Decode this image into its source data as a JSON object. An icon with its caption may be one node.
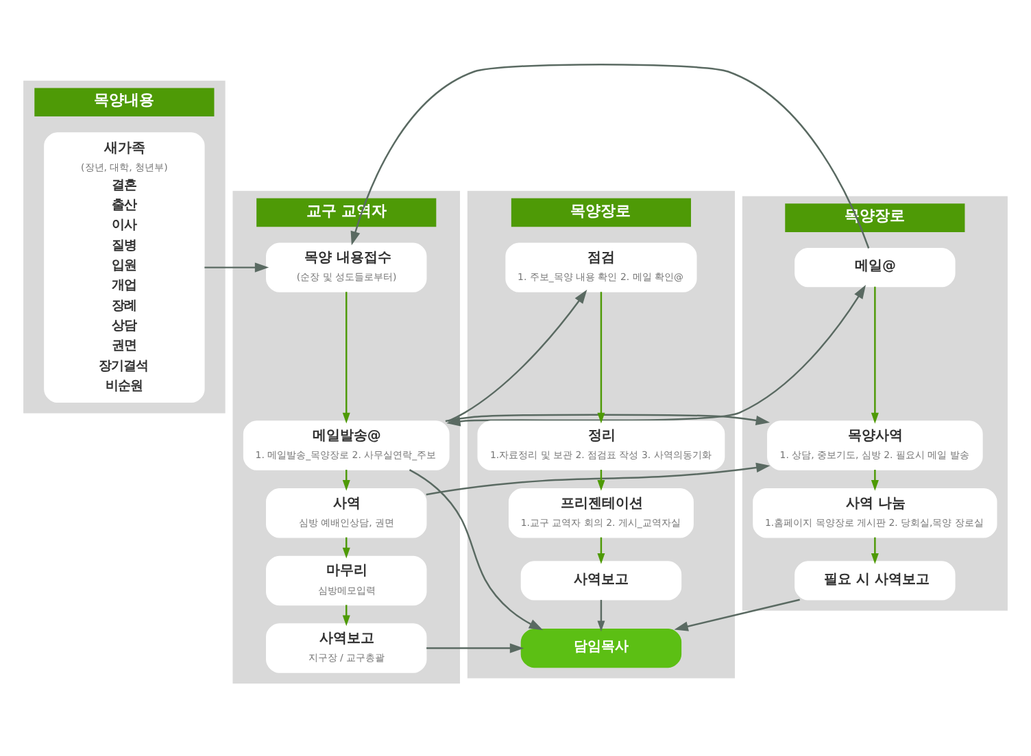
{
  "diagram": {
    "nodes": [
      {
        "text": [
          "목양내용"
        ]
      },
      {
        "text": [
          "새가족",
          "(장년, 대학, 청년부)",
          "결혼",
          "출산",
          "이사",
          "질병",
          "입원",
          "개업",
          "장례",
          "상담",
          "권면",
          "장기결석",
          "비순원"
        ],
        "in": 0
      },
      {
        "text": [
          "교구 교역자"
        ]
      },
      {
        "text": [
          "목양 내용접수",
          "(순장 및 성도들로부터)"
        ],
        "in": 2
      },
      {
        "text": [
          "메일발송@",
          "1. 메일발송_목양장로 2. 사무실연락_주보"
        ],
        "in": 2
      },
      {
        "text": [
          "사역",
          "심방 예배인상담, 권면"
        ],
        "in": 2
      },
      {
        "text": [
          "마무리",
          "심방메모입력"
        ],
        "in": 2
      },
      {
        "text": [
          "사역보고",
          "지구장 / 교구총괄"
        ],
        "in": 2
      },
      {
        "text": [
          "목양장로"
        ]
      },
      {
        "text": [
          "메일@"
        ],
        "in": 8
      },
      {
        "text": [
          "목양사역",
          "1. 상담, 중보기도, 심방 2. 필요시 메일 발송"
        ],
        "in": 8
      },
      {
        "text": [
          "사역 나눔",
          "1.홈페이지 목양장로 게시판 2. 당회실,목양 장로실"
        ],
        "in": 8
      },
      {
        "text": [
          "필요 시 사역보고"
        ],
        "in": 8
      },
      {
        "text": [
          "목양장로"
        ]
      },
      {
        "text": [
          "점검",
          "1. 주보_목양 내용 확인 2. 메일 확인@"
        ],
        "in": 13
      },
      {
        "text": [
          "정리",
          "1.자료정리 및 보관 2. 점검표 작성 3. 사역의동기화"
        ],
        "in": 13
      },
      {
        "text": [
          "프리젠테이션",
          "1.교구 교역자 회의 2. 게시_교역자실"
        ],
        "in": 13
      },
      {
        "text": [
          "사역보고"
        ],
        "in": 13
      },
      {
        "text": [
          "담임목사"
        ],
        "in": 13
      }
    ],
    "edges": [
      {
        "from": 1,
        "to": 3,
        "arrow": "to"
      },
      {
        "from": 9,
        "to": 3,
        "arrow": "to"
      },
      {
        "from": 4,
        "to": 9,
        "arrow": "both"
      },
      {
        "from": 4,
        "to": 14,
        "arrow": "to"
      },
      {
        "from": 4,
        "to": 10,
        "arrow": "to"
      },
      {
        "from": 5,
        "to": 10,
        "arrow": "to"
      },
      {
        "from": 3,
        "to": 4,
        "arrow": "to",
        "color": "#4e9a06"
      },
      {
        "from": 4,
        "to": 5,
        "arrow": "to",
        "color": "#4e9a06"
      },
      {
        "from": 5,
        "to": 6,
        "arrow": "to",
        "color": "#4e9a06"
      },
      {
        "from": 6,
        "to": 7,
        "arrow": "to",
        "color": "#4e9a06"
      },
      {
        "from": 9,
        "to": 10,
        "arrow": "to",
        "color": "#4e9a06"
      },
      {
        "from": 10,
        "to": 11,
        "arrow": "to",
        "color": "#4e9a06"
      },
      {
        "from": 11,
        "to": 12,
        "arrow": "to",
        "color": "#4e9a06"
      },
      {
        "from": 14,
        "to": 15,
        "arrow": "to",
        "color": "#4e9a06"
      },
      {
        "from": 15,
        "to": 16,
        "arrow": "to",
        "color": "#4e9a06"
      },
      {
        "from": 16,
        "to": 17,
        "arrow": "to",
        "color": "#4e9a06"
      },
      {
        "from": 17,
        "to": 18,
        "arrow": "to"
      },
      {
        "from": 7,
        "to": 18,
        "arrow": "to"
      },
      {
        "from": 12,
        "to": 18,
        "arrow": "to"
      },
      {
        "from": 4,
        "to": 18,
        "arrow": "to"
      }
    ]
  }
}
